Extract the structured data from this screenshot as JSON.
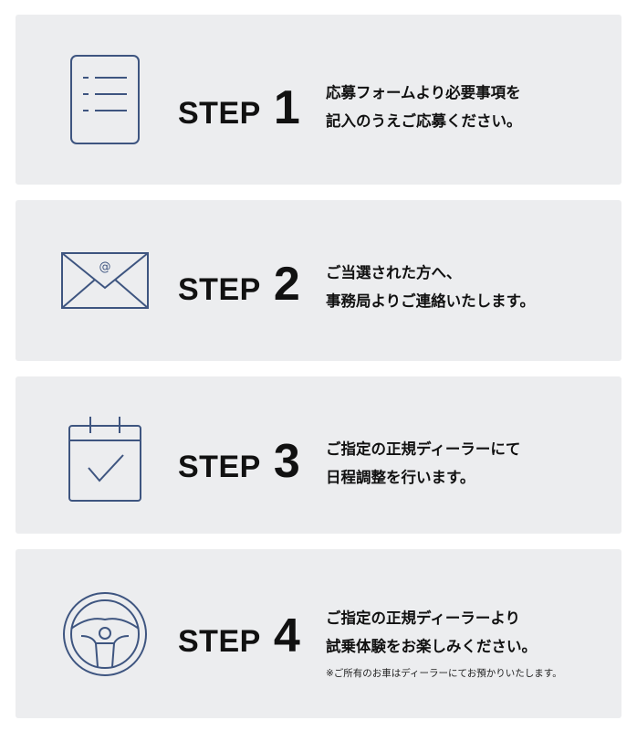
{
  "colors": {
    "panel_background": "#ecedef",
    "icon_stroke": "#3e5580",
    "text": "#111111"
  },
  "steps": [
    {
      "label": "STEP",
      "number": "1",
      "icon": "document-list-icon",
      "lines": [
        "応募フォームより必要事項を",
        "記入のうえご応募ください。"
      ]
    },
    {
      "label": "STEP",
      "number": "2",
      "icon": "mail-envelope-icon",
      "lines": [
        "ご当選された方へ、",
        "事務局よりご連絡いたします。"
      ]
    },
    {
      "label": "STEP",
      "number": "3",
      "icon": "calendar-check-icon",
      "lines": [
        "ご指定の正規ディーラーにて",
        "日程調整を行います。"
      ]
    },
    {
      "label": "STEP",
      "number": "4",
      "icon": "steering-wheel-icon",
      "lines": [
        "ご指定の正規ディーラーより",
        "試乗体験をお楽しみください。"
      ],
      "note": "※ご所有のお車はディーラーにてお預かりいたします。"
    }
  ]
}
